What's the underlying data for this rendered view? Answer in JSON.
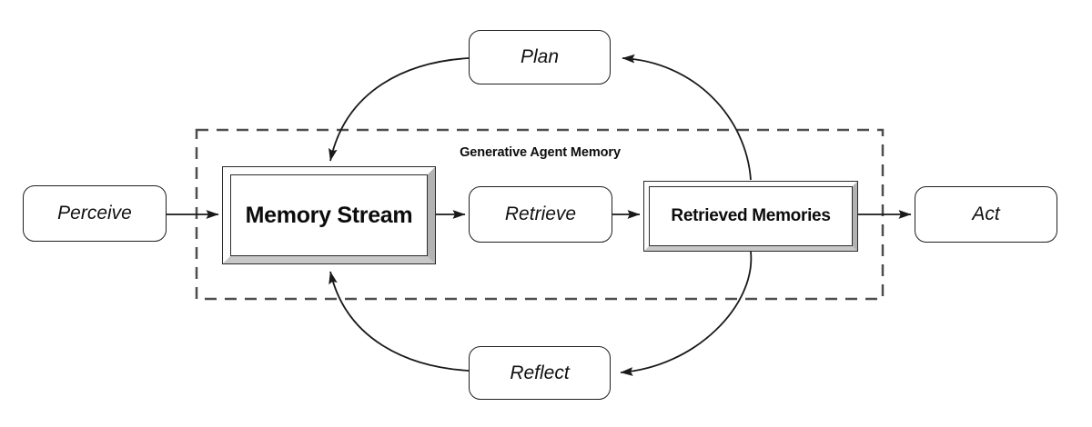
{
  "diagram": {
    "boundary_label": "Generative Agent Memory",
    "nodes": {
      "perceive": {
        "label": "Perceive"
      },
      "plan": {
        "label": "Plan"
      },
      "memory_stream": {
        "label": "Memory Stream"
      },
      "retrieve": {
        "label": "Retrieve"
      },
      "retrieved_memories": {
        "label": "Retrieved Memories"
      },
      "reflect": {
        "label": "Reflect"
      },
      "act": {
        "label": "Act"
      }
    },
    "edges": [
      {
        "from": "Perceive",
        "to": "Memory Stream",
        "style": "straight-arrow"
      },
      {
        "from": "Memory Stream",
        "to": "Retrieve",
        "style": "straight-arrow"
      },
      {
        "from": "Retrieve",
        "to": "Retrieved Memories",
        "style": "straight-arrow"
      },
      {
        "from": "Retrieved Memories",
        "to": "Act",
        "style": "straight-arrow"
      },
      {
        "from": "Plan",
        "to": "Memory Stream",
        "style": "curved-arrow"
      },
      {
        "from": "Retrieved Memories",
        "to": "Plan",
        "style": "curved-arrow"
      },
      {
        "from": "Retrieved Memories",
        "to": "Reflect",
        "style": "curved-arrow"
      },
      {
        "from": "Reflect",
        "to": "Memory Stream",
        "style": "curved-arrow"
      }
    ],
    "colors": {
      "background": "#ffffff",
      "stroke": "#1a1a1a",
      "boundary_dash": "#4d4d4d",
      "node_border": "#1f1f1f",
      "bevel_light": "#fdfdfd",
      "bevel_shadow_right": "#b2b2b2",
      "bevel_shadow_bottom": "#c8c8c8",
      "text": "#111111"
    }
  }
}
